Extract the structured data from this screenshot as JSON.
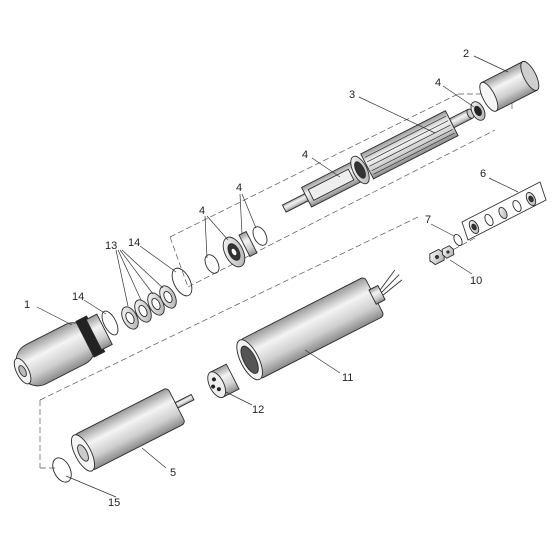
{
  "callouts": {
    "c1": "1",
    "c2": "2",
    "c3": "3",
    "c4a": "4",
    "c4b": "4",
    "c4c": "4",
    "c4d": "4",
    "c5": "5",
    "c6": "6",
    "c7": "7",
    "c10": "10",
    "c11": "11",
    "c12": "12",
    "c13": "13",
    "c14a": "14",
    "c14b": "14",
    "c15": "15"
  },
  "colors": {
    "line": "#333333",
    "shade": "#d9d9d9",
    "dark": "#555555",
    "accent": "#1a1a1a"
  }
}
